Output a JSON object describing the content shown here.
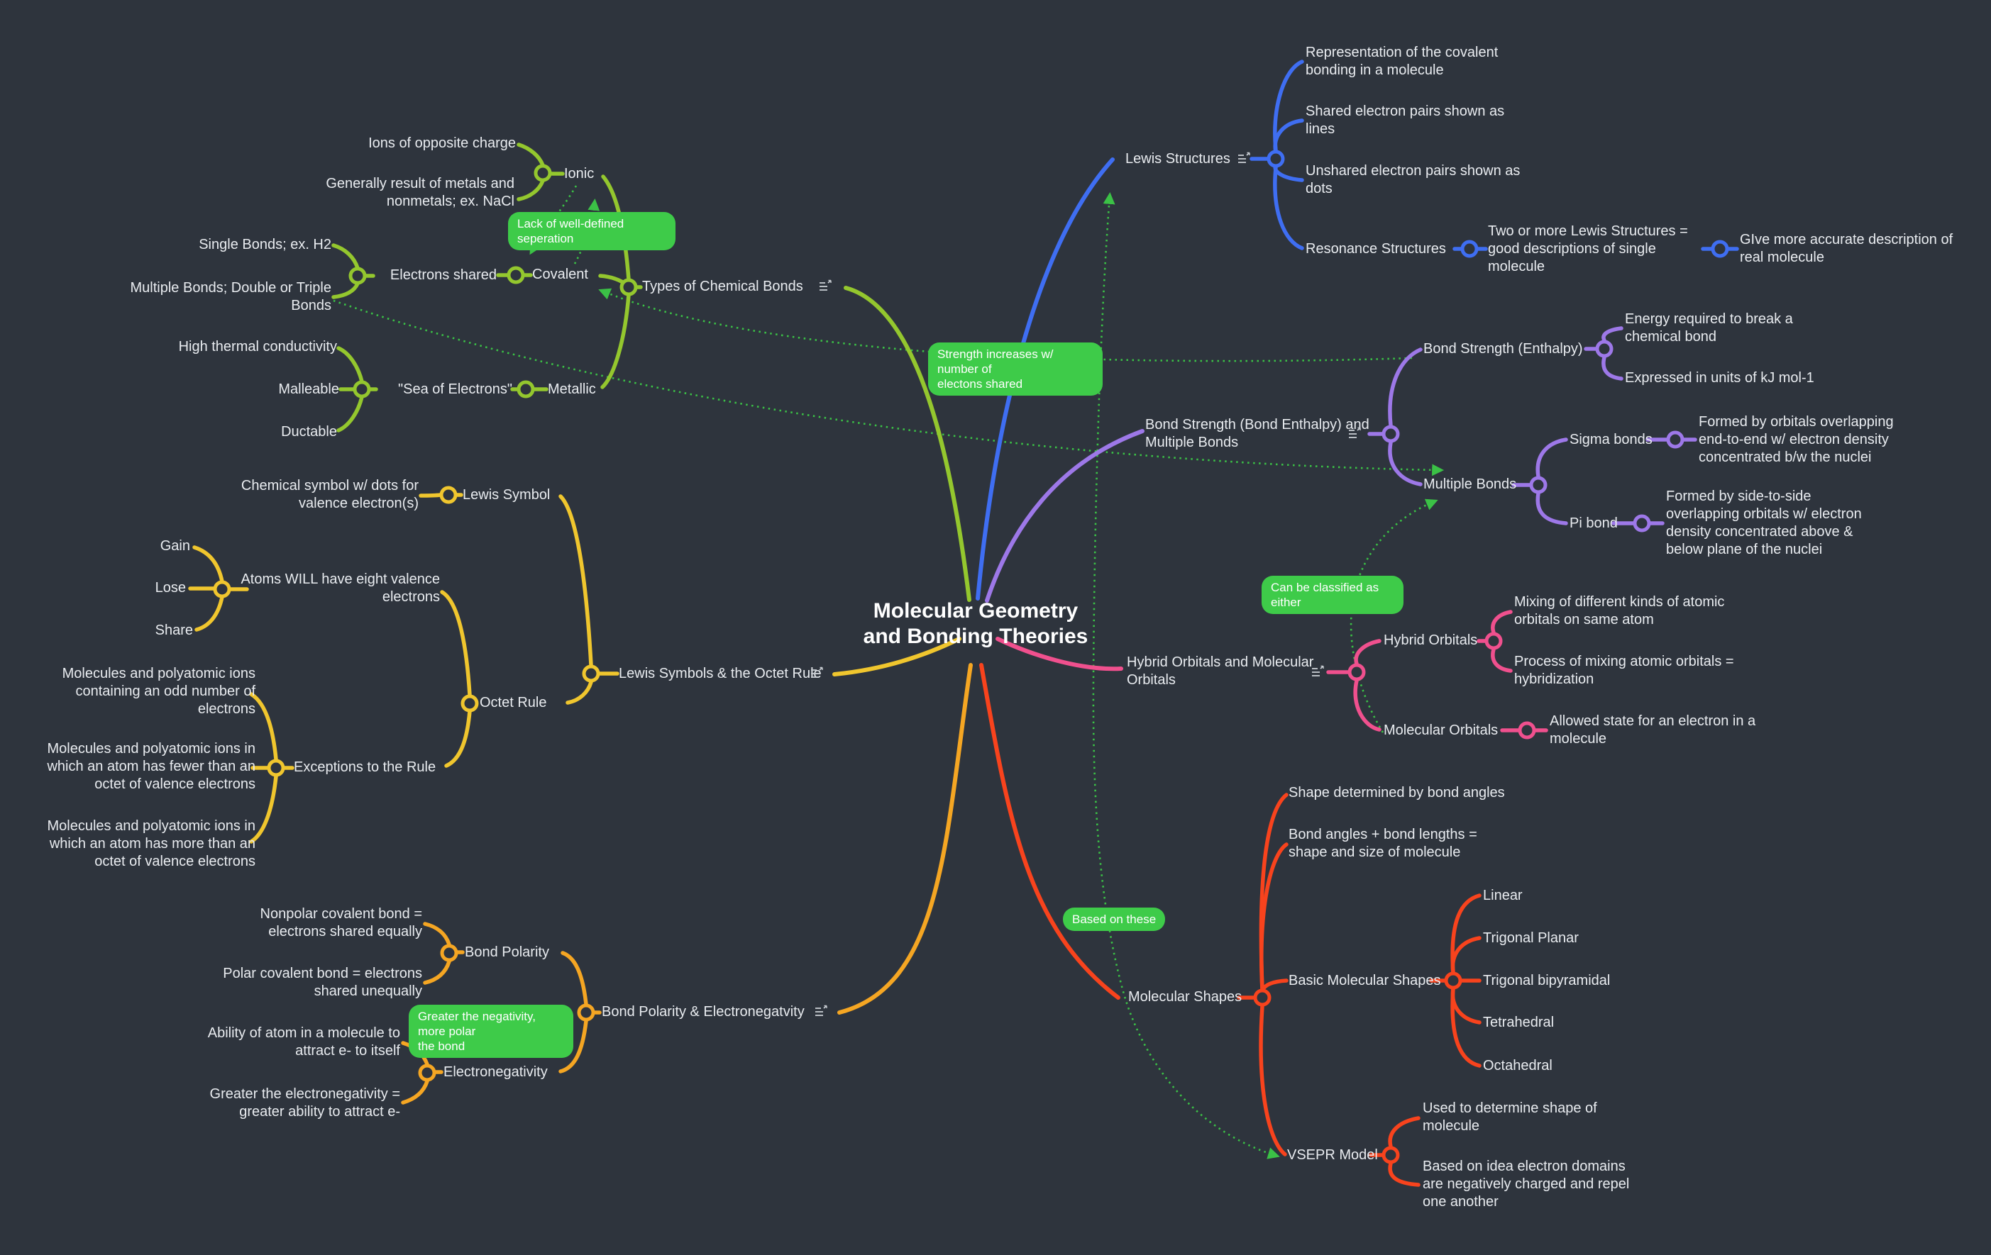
{
  "colors": {
    "background": "#2e343d",
    "text": "#e9ecf0",
    "green": "#94c72e",
    "blue": "#3f6ef2",
    "purple": "#9d78e8",
    "pink": "#f0508e",
    "yellow": "#f0c62e",
    "orange": "#f5a623",
    "red": "#f8431d",
    "link": "#3bc146",
    "label_bg": "#3ecb49",
    "icon": "#c9ced4"
  },
  "map": {
    "center": "Molecular Geometry\nand Bonding Theories",
    "bonds": {
      "label": "Types of Chemical Bonds",
      "ionic": "Ionic",
      "ions_opposite": "Ions of opposite charge",
      "generally": "Generally result of metals and\nnonmetals; ex. NaCl",
      "covalent": "Covalent",
      "electrons_shared": "Electrons shared",
      "single_bonds": "Single Bonds; ex. H2",
      "multiple_dt": "Multiple Bonds; Double or Triple\nBonds",
      "metallic": "Metallic",
      "sea": "\"Sea of Electrons\"",
      "high_thermal": "High thermal conductivity",
      "malleable": "Malleable",
      "ductable": "Ductable"
    },
    "lewis_structures": {
      "label": "Lewis Structures",
      "rep_cov": "Representation of the covalent\nbonding in a molecule",
      "shared_pairs": "Shared electron pairs shown as\nlines",
      "unshared_pairs": "Unshared electron pairs shown as\ndots",
      "resonance": "Resonance Structures",
      "two_or_more": "Two or more Lewis Structures =\ngood descriptions of single\nmolecule",
      "give_more": "GIve more accurate description of\nreal molecule"
    },
    "bond_strength": {
      "label": "Bond Strength (Bond Enthalpy) and\nMultiple Bonds",
      "enthalpy": "Bond Strength (Enthalpy)",
      "energy": "Energy required to break a\nchemical bond",
      "expressed": "Expressed in units of kJ mol-1",
      "multiple_bonds": "Multiple Bonds",
      "sigma": "Sigma bonds",
      "formed_sigma": "Formed by orbitals overlapping\nend-to-end w/ electron density\nconcentrated b/w the nuclei",
      "pi": "Pi bond",
      "formed_pi": "Formed by side-to-side\noverlapping orbitals w/ electron\ndensity concentrated above &\nbelow plane of the nuclei"
    },
    "orbitals": {
      "label": "Hybrid Orbitals and Molecular\nOrbitals",
      "hybrid": "Hybrid Orbitals",
      "mixing": "Mixing of different kinds of atomic\norbitals on same atom",
      "process": "Process of mixing atomic orbitals =\nhybridization",
      "molecular": "Molecular Orbitals",
      "allowed": "Allowed state for an electron in a\nmolecule"
    },
    "octet": {
      "label": "Lewis Symbols & the Octet Rule",
      "lewis_symbol": "Lewis Symbol",
      "chem_symbol": "Chemical symbol w/ dots for\nvalence electron(s)",
      "octet_rule": "Octet Rule",
      "atoms_will": "Atoms WILL have eight valence\nelectrons",
      "gain": "Gain",
      "lose": "Lose",
      "share": "Share",
      "exceptions": "Exceptions to the Rule",
      "mol_odd": "Molecules and polyatomic ions\ncontaining an odd number of\nelectrons",
      "mol_fewer": "Molecules and polyatomic ions in\nwhich an atom has fewer than an\noctet of valence electrons",
      "mol_more": "Molecules and polyatomic ions in\nwhich an atom has more than an\noctet of valence electrons"
    },
    "polarity": {
      "label": "Bond Polarity & Electronegatvity",
      "bond_polarity": "Bond Polarity",
      "nonpolar": "Nonpolar covalent bond =\nelectrons shared equally",
      "polar": "Polar covalent bond = electrons\nshared unequally",
      "electronegativity": "Electronegativity",
      "ability": "Ability of atom in a molecule to\nattract e- to itself",
      "greater": "Greater the electronegativity =\ngreater ability to attract e-"
    },
    "shapes": {
      "label": "Molecular Shapes",
      "shape_det": "Shape determined by bond angles",
      "bond_angles": "Bond angles + bond lengths =\nshape and size of molecule",
      "basic": "Basic Molecular Shapes",
      "linear": "Linear",
      "trigonal_planar": "Trigonal Planar",
      "trigonal_bipyramidal": "Trigonal bipyramidal",
      "tetrahedral": "Tetrahedral",
      "octahedral": "Octahedral",
      "vsepr": "VSEPR Model",
      "used_det": "Used to determine shape of\nmolecule",
      "based_idea": "Based on idea electron domains\nare negatively charged and repel\none another"
    },
    "labels": {
      "lack": "Lack of well-defined seperation",
      "strength": "Strength increases w/ number of\nelectons shared",
      "classified": "Can be classified as either",
      "based": "Based on these",
      "greater_neg": "Greater the negativity, more polar\nthe bond"
    }
  }
}
